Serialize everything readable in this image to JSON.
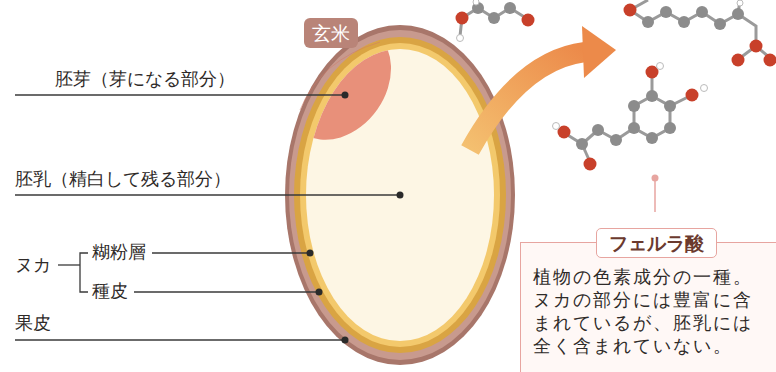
{
  "diagram": {
    "nodes": [
      {
        "text": [
          "玄米"
        ]
      },
      {
        "text": [
          "フェルラ酸",
          "植物の色素成分の一種。ヌカの部分には豊富に含まれているが、胚乳には全く含まれていない。"
        ]
      }
    ],
    "labels": [
      "胚芽（芽になる部分）",
      "胚乳（精白して残る部分）",
      "ヌカ",
      "糊粉層",
      "種皮",
      "果皮"
    ]
  }
}
